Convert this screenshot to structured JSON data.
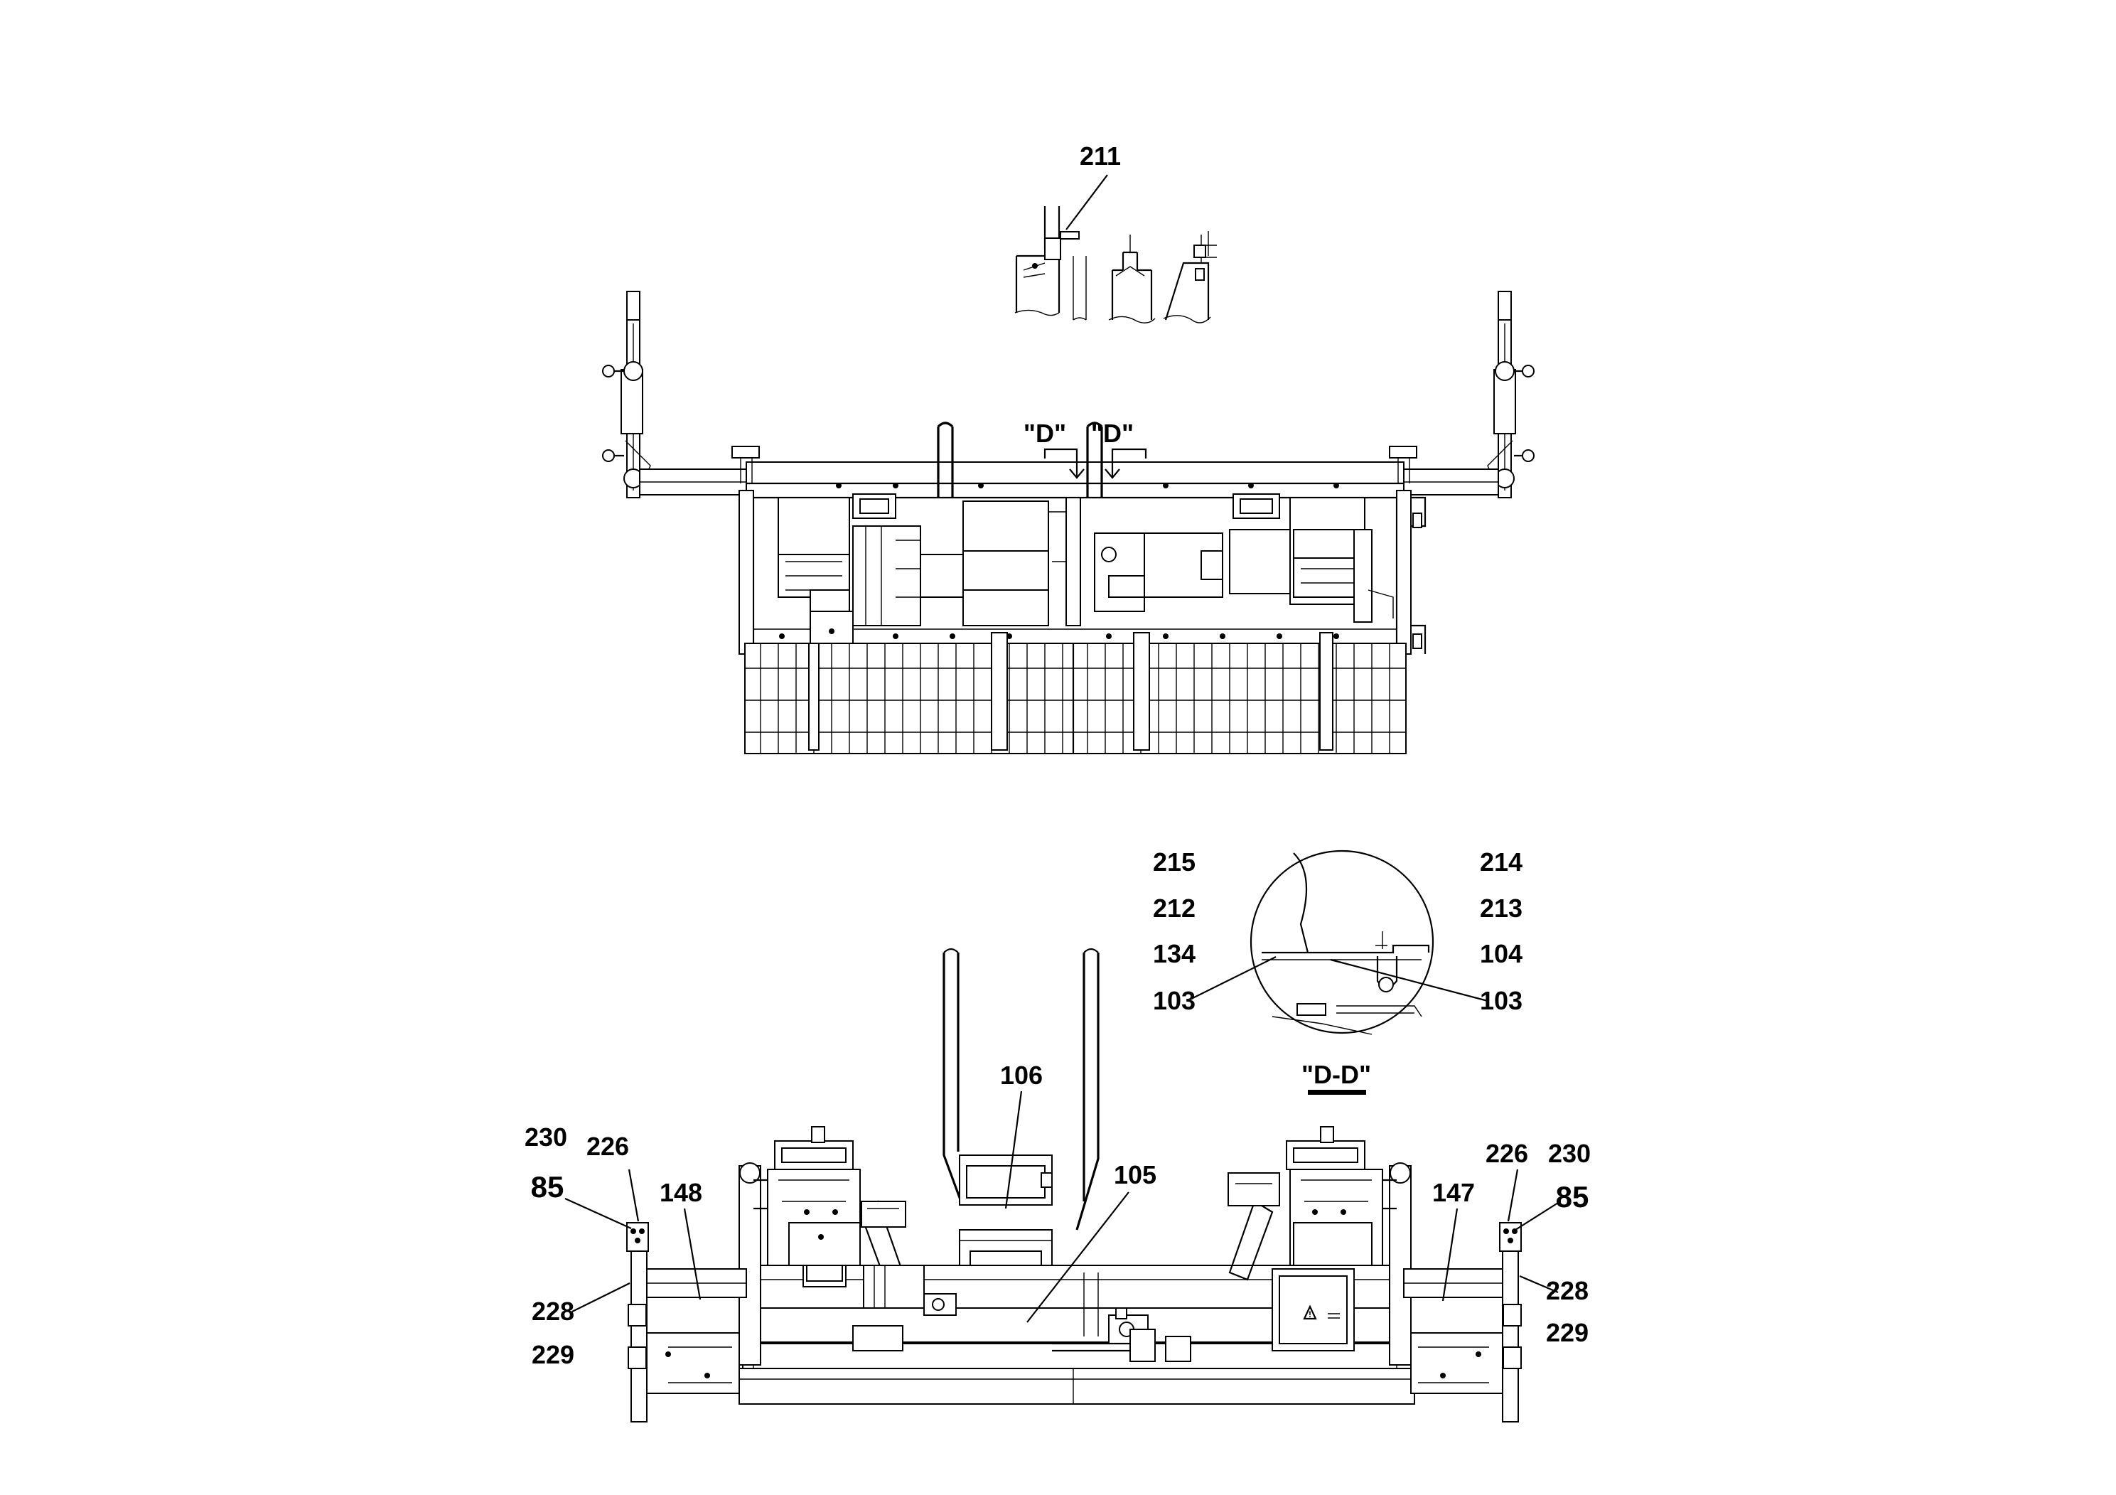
{
  "colors": {
    "ink": "#000000",
    "paper": "#ffffff"
  },
  "top_view": {
    "detail_callout": "211",
    "section_marks": [
      "\"D\"",
      "\"D\""
    ]
  },
  "detail_dd": {
    "caption": "\"D-D\"",
    "left_labels": [
      "215",
      "212",
      "134",
      "103"
    ],
    "right_labels": [
      "214",
      "213",
      "104",
      "103"
    ]
  },
  "front_view": {
    "labels": {
      "p106": "106",
      "p105": "105",
      "p148": "148",
      "p147": "147",
      "p230_left": "230",
      "p226_left": "226",
      "p85_left": "85",
      "p228_left": "228",
      "p229_left": "229",
      "p226_right": "226",
      "p230_right": "230",
      "p85_right": "85",
      "p228_right": "228",
      "p229_right": "229"
    }
  }
}
